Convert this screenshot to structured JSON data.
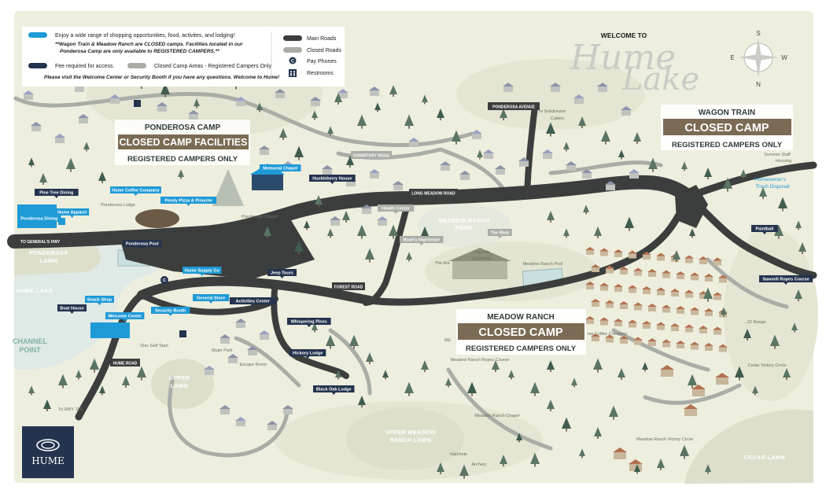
{
  "legend": {
    "items": [
      {
        "text": "Enjoy a wide range of shopping opportunities, food, activites, and lodging!"
      },
      {
        "text": "Fee required for access."
      },
      {
        "text": "Closed Camp Areas - Registered Campers Only"
      }
    ],
    "note_lines": [
      "**Wagon Train & Meadow Ranch are CLOSED camps. Facilities located in our",
      "Ponderosa Camp are only available to REGISTERED CAMPERS.**"
    ],
    "footer": "Please visit the Welcome Center or Security Booth if you have any questions. Welcome to Hume!",
    "roads": [
      {
        "text": "Main Roads"
      },
      {
        "text": "Closed Roads"
      },
      {
        "text": "Pay Phones"
      },
      {
        "text": "Restrooms"
      }
    ]
  },
  "title": {
    "welcome": "WELCOME TO",
    "line1": "Hume",
    "line2": "Lake"
  },
  "compass": {
    "n": "N",
    "s": "S",
    "e": "E",
    "w": "W"
  },
  "camps": [
    {
      "name": "PONDEROSA CAMP",
      "status": "CLOSED CAMP FACILITIES",
      "note": "REGISTERED CAMPERS ONLY"
    },
    {
      "name": "WAGON TRAIN",
      "status": "CLOSED CAMP",
      "note": "REGISTERED CAMPERS ONLY"
    },
    {
      "name": "MEADOW RANCH",
      "status": "CLOSED CAMP",
      "note": "REGISTERED CAMPERS ONLY"
    }
  ],
  "roads": {
    "ponderosa_avenue": "PONDEROSA AVENUE",
    "long_meadow_road": "LONG MEADOW ROAD",
    "forest_road": "FOREST ROAD",
    "hume_road": "HUME ROAD",
    "dormitory_road": "DORMITORY ROAD",
    "to_generals_hwy": "TO GENERAL'S HWY",
    "to_subdivision": "To Subdivision",
    "cabins": "Cabins",
    "to_hwy_180": "To HWY 180"
  },
  "places": {
    "pine_tree_dining": "Pine Tree Dining",
    "hume_coffee_company": "Hume Coffee Company",
    "pendy_pizza": "Pendy Pizza & Pinoche",
    "memorial_chapel": "Memorial Chapel",
    "huckleberry_house": "Huckleberry House",
    "ponderosa_lodge": "Ponderosa Lodge",
    "ponderosa_dining": "Ponderosa Dining",
    "hume_apparel": "Hume Apparel",
    "ponderosa_chapel": "Ponderosa Chapel",
    "ponderosa_pool": "Ponderosa Pool",
    "health_center": "Health Center",
    "noahs_nightmare": "Noah's Nightmare",
    "the_blob": "The Blob",
    "the_ark": "The Ark",
    "legends": "Legends",
    "upstairs": "(Upstairs)",
    "meadow_ranch_pool": "Meadow Ranch Pool",
    "hume_supply_co": "Hume Supply Co",
    "jeep_tours": "Jeep Tours",
    "snack_shop": "Snack Shop",
    "general_store": "General Store",
    "activities_center": "Activities Center",
    "boat_house": "Boat House",
    "security_booth": "Security Booth",
    "welcome_center": "Welcome Center",
    "disc_golf_start": "Disc Golf Start",
    "skate_park": "Skate Park",
    "whispering_pines": "Whispering Pines",
    "hickory_lodge": "Hickory Lodge",
    "escape_room": "Escape Room",
    "black_oak_lodge": "Black Oak Lodge",
    "paintball": "Paintball",
    "sawmill_ropes_course": "Sawmill Ropes Course",
    "homeowners_trash_1": "Homeowner's",
    "homeowners_trash_2": "Trash Disposal",
    "summer_staff_1": "Summer Staff",
    "summer_staff_2": "Housing",
    "range_22": ".22 Range",
    "cedar_victory_circle": "Cedar Victory Circle",
    "mr_ropes_course": "Meadow Ranch Ropes Course",
    "mr_chapel": "Meadow Ranch Chapel",
    "mr_victory_circle": "Meadow Ranch Victory Circle",
    "hatchets": "Hatchets",
    "archery": "Archery",
    "me_partial": "ME",
    "me_coffee_partial": "me Coffee Company"
  },
  "areas": {
    "ponderosa_lawn_1": "PONDEROSA",
    "ponderosa_lawn_2": "LAWN",
    "hume_lake": "HUME LAKE",
    "channel_1": "CHANNEL",
    "channel_2": "POINT",
    "meadow_pond_1": "MEADOW RANCH",
    "meadow_pond_2": "POND",
    "upper_lawn_1": "UPPER",
    "upper_lawn_2": "LAWN",
    "upper_meadow_1": "UPPER MEADOW",
    "upper_meadow_2": "RANCH LAWN",
    "cedar_lawn": "CEDAR LAWN"
  },
  "logo": {
    "text": "HUME"
  },
  "colors": {
    "ground": "#eeeede",
    "lake": "#dfe9e5",
    "lawn": "#dddfcb",
    "road": "#3b3e3d",
    "road_closed": "#a9ada6",
    "accent_blue": "#1e9ad6",
    "navy": "#24344f",
    "camp_brown": "#7b6b54",
    "tree": "#4f6a5a"
  },
  "icons": [
    "compass-icon",
    "pay-phone-icon",
    "restroom-icon",
    "hume-logo-icon"
  ]
}
